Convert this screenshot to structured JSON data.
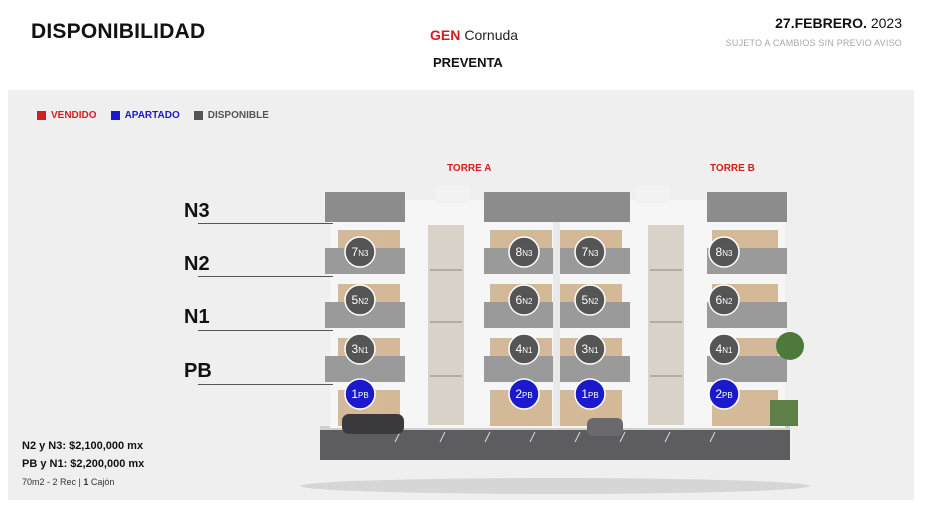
{
  "header": {
    "title": "DISPONIBILIDAD",
    "brand_prefix": "GEN",
    "brand_name": "Cornuda",
    "stage": "PREVENTA",
    "date_bold": "27.FEBRERO.",
    "date_year": "2023",
    "notice": "SUJETO A CAMBIOS SIN PREVIO AVISO"
  },
  "legend": [
    {
      "label": "VENDIDO",
      "color": "#d41e1e"
    },
    {
      "label": "APARTADO",
      "color": "#1a1acc"
    },
    {
      "label": "DISPONIBLE",
      "color": "#555555"
    }
  ],
  "towers": {
    "a": "TORRE A",
    "b": "TORRE B"
  },
  "levels": [
    "N3",
    "N2",
    "N1",
    "PB"
  ],
  "units": [
    {
      "num": "7",
      "level": "N3",
      "status": "disponible"
    },
    {
      "num": "8",
      "level": "N3",
      "status": "disponible"
    },
    {
      "num": "7",
      "level": "N3",
      "status": "disponible"
    },
    {
      "num": "8",
      "level": "N3",
      "status": "disponible"
    },
    {
      "num": "5",
      "level": "N2",
      "status": "disponible"
    },
    {
      "num": "6",
      "level": "N2",
      "status": "disponible"
    },
    {
      "num": "5",
      "level": "N2",
      "status": "disponible"
    },
    {
      "num": "6",
      "level": "N2",
      "status": "disponible"
    },
    {
      "num": "3",
      "level": "N1",
      "status": "disponible"
    },
    {
      "num": "4",
      "level": "N1",
      "status": "disponible"
    },
    {
      "num": "3",
      "level": "N1",
      "status": "disponible"
    },
    {
      "num": "4",
      "level": "N1",
      "status": "disponible"
    },
    {
      "num": "1",
      "level": "PB",
      "status": "apartado"
    },
    {
      "num": "2",
      "level": "PB",
      "status": "apartado"
    },
    {
      "num": "1",
      "level": "PB",
      "status": "apartado"
    },
    {
      "num": "2",
      "level": "PB",
      "status": "apartado"
    }
  ],
  "prices": {
    "line1": "N2 y N3: $2,100,000 mx",
    "line2": "PB y N1: $2,200,000 mx",
    "specs_prefix": "70m2 - 2 Rec  |  ",
    "specs_count": "1",
    "specs_suffix": " Cajón"
  },
  "colors": {
    "disponible": "#555555",
    "apartado": "#1a1acc",
    "vendido": "#d41e1e"
  }
}
